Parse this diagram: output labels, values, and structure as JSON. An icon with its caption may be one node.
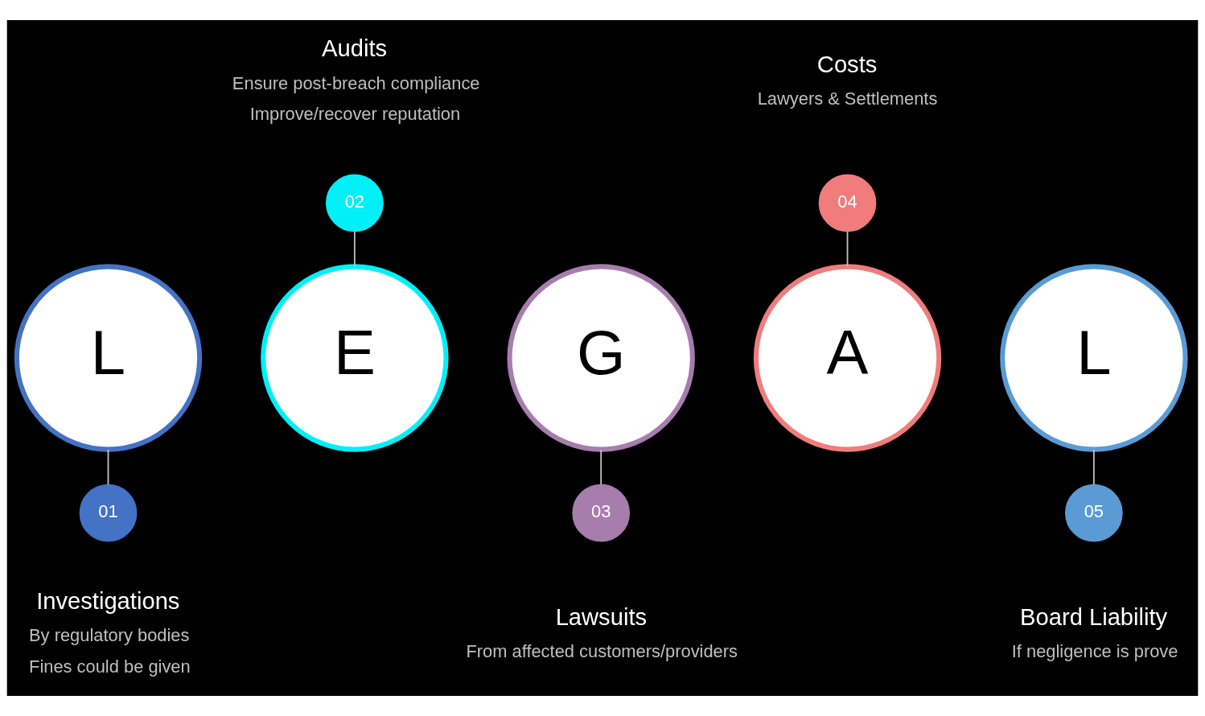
{
  "diagram": {
    "nodes": [
      {
        "text": [
          "L"
        ]
      },
      {
        "text": [
          "E"
        ]
      },
      {
        "text": [
          "G"
        ]
      },
      {
        "text": [
          "A"
        ]
      },
      {
        "text": [
          "L"
        ]
      },
      {
        "text": [
          "01"
        ],
        "beside": [
          "Investigations",
          "By regulatory bodies",
          "Fines could be given"
        ]
      },
      {
        "text": [
          "02"
        ],
        "beside": [
          "Audits",
          "Ensure post-breach compliance",
          "Improve/recover reputation"
        ]
      },
      {
        "text": [
          "03"
        ],
        "beside": [
          "Lawsuits",
          "From affected customers/providers"
        ]
      },
      {
        "text": [
          "04"
        ],
        "beside": [
          "Costs",
          "Lawyers & Settlements"
        ]
      },
      {
        "text": [
          "05"
        ],
        "beside": [
          "Board Liability",
          "If negligence is prove"
        ]
      }
    ],
    "edges": [
      {
        "from": 0,
        "to": 5,
        "arrow": "none"
      },
      {
        "from": 6,
        "to": 1,
        "arrow": "none"
      },
      {
        "from": 2,
        "to": 7,
        "arrow": "none"
      },
      {
        "from": 8,
        "to": 3,
        "arrow": "none"
      },
      {
        "from": 4,
        "to": 9,
        "arrow": "none"
      }
    ]
  }
}
